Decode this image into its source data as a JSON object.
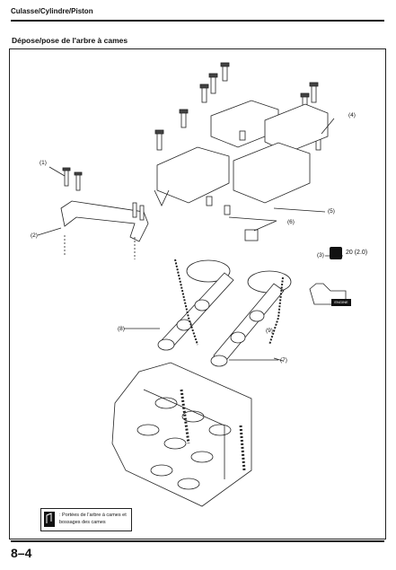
{
  "header": {
    "title": "Culasse/Cylindre/Piston"
  },
  "section": {
    "title": "Dépose/pose de l'arbre à cames"
  },
  "callouts": [
    "(1)",
    "(2)",
    "(3)",
    "(4)",
    "(5)",
    "(6)",
    "(7)",
    "(8)",
    "(9)"
  ],
  "torque": {
    "value": "20 (2.0)"
  },
  "badge": {
    "text": "ENGINE"
  },
  "legend": {
    "line1": ": Portées de l'arbre à cames et",
    "line2": "bossages des cames"
  },
  "footer": {
    "page_number": "8–4"
  }
}
